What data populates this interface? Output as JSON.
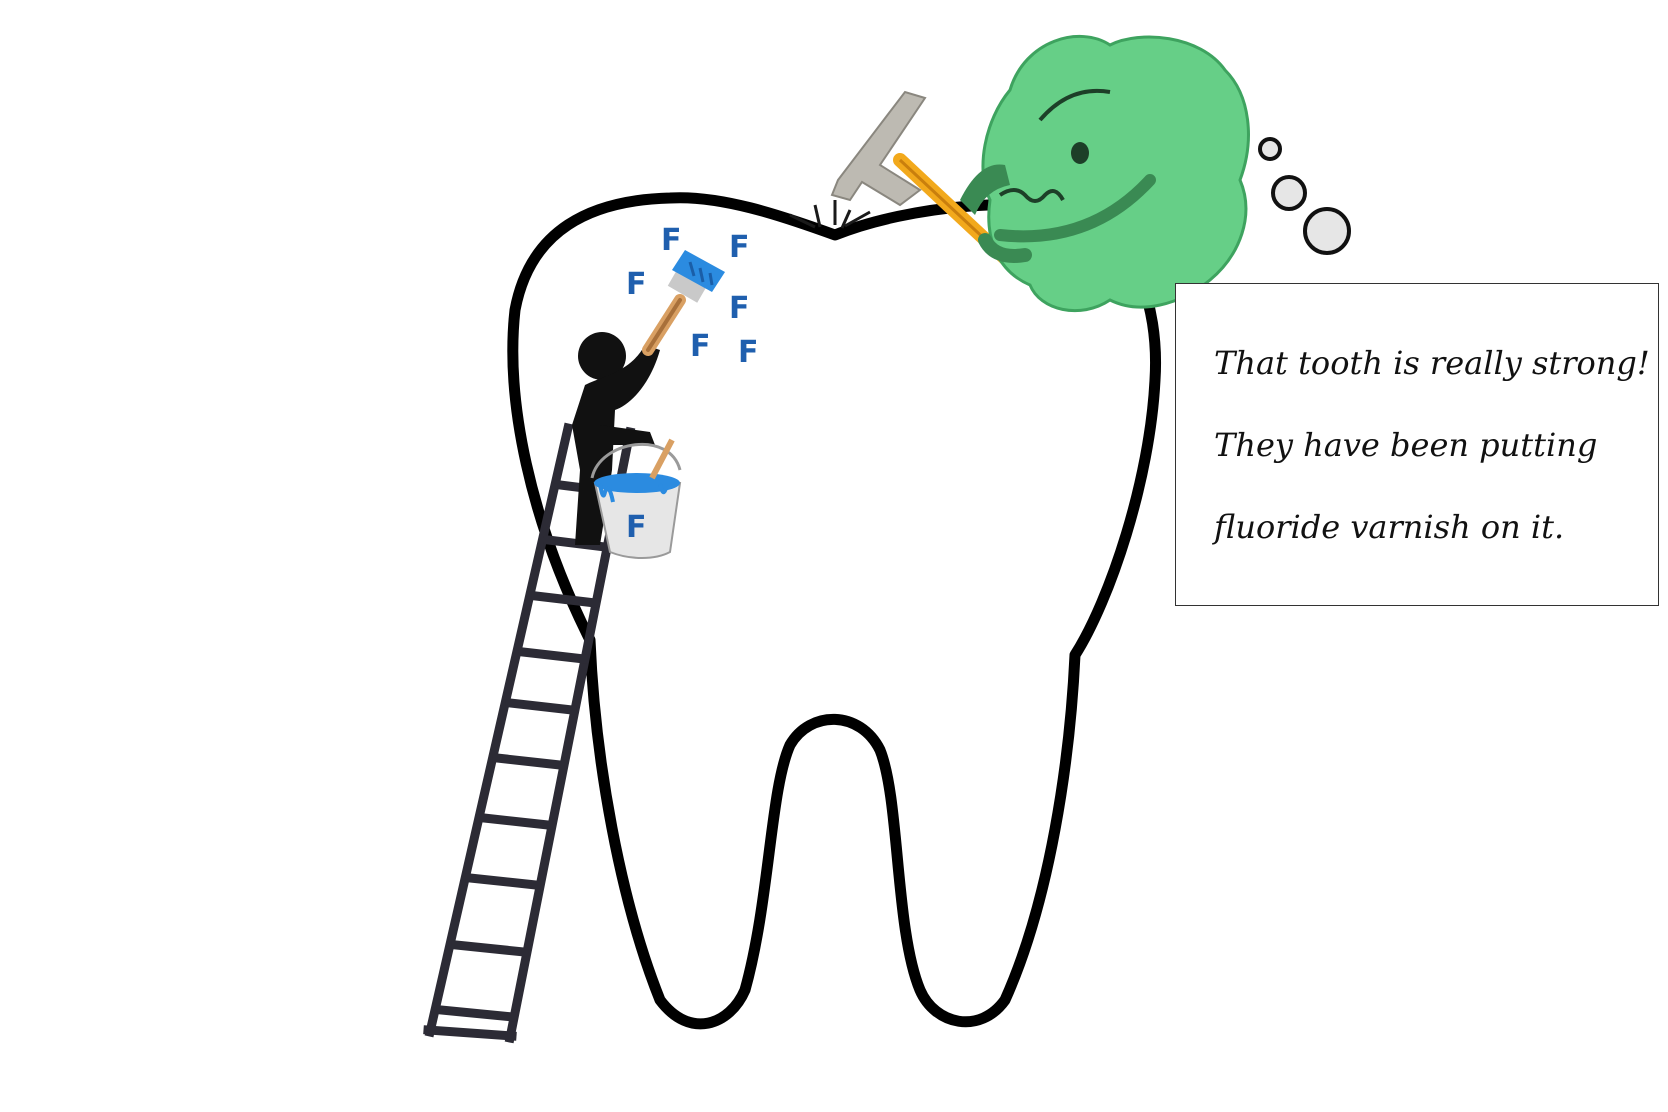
{
  "thought": {
    "lines": [
      "That tooth is really strong!",
      "They have been putting",
      "fluoride varnish on it."
    ]
  },
  "fluoride_letter": "F",
  "colors": {
    "tooth_outline": "#000000",
    "germ_fill": "#66cf87",
    "germ_edge": "#3ea35f",
    "fluoride_letters": "#1f5fae",
    "paint_blue": "#2b8be0",
    "ladder": "#2c2b35",
    "hammer_handle": "#f2a91c"
  },
  "icons": [
    "tooth",
    "ladder",
    "person",
    "paintbrush",
    "paint-bucket",
    "hammer",
    "germ",
    "thought-bubbles"
  ]
}
